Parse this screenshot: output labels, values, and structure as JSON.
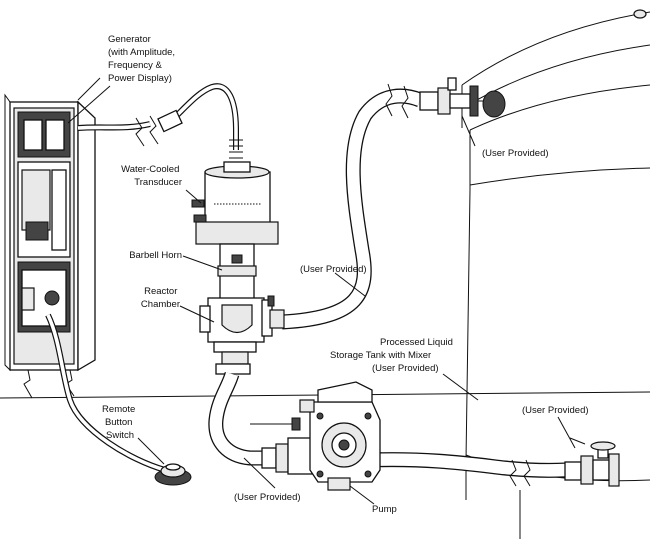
{
  "labels": {
    "generator": [
      "Generator",
      "(with Amplitude,",
      "Frequency &",
      "Power Display)"
    ],
    "transducer": [
      "Water-Cooled",
      "Transducer"
    ],
    "horn": [
      "Barbell Horn"
    ],
    "reactor": [
      "Reactor",
      "Chamber"
    ],
    "user_top": [
      "(User Provided)"
    ],
    "user_mid": [
      "(User Provided)"
    ],
    "tank": [
      "Processed Liquid",
      "Storage Tank with Mixer",
      "(User Provided)"
    ],
    "user_right": [
      "(User Provided)"
    ],
    "remote": [
      "Remote",
      "Button",
      "Switch"
    ],
    "user_bottom": [
      "(User Provided)"
    ],
    "pump": [
      "Pump"
    ]
  }
}
